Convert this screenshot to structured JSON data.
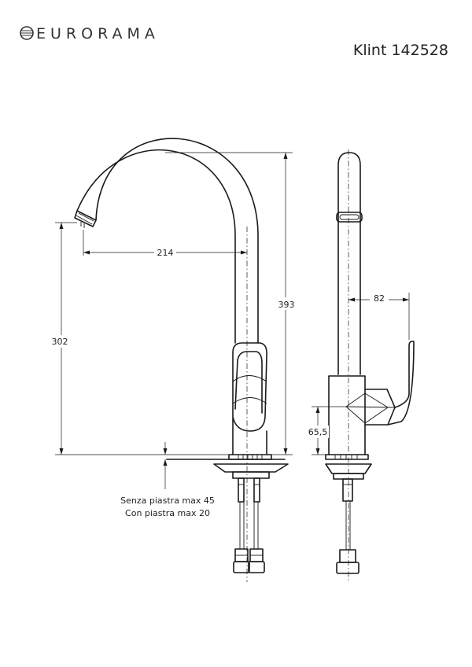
{
  "header": {
    "brand": "EURORAMA",
    "model": "Klint 142528"
  },
  "dimensions": {
    "reach": "214",
    "total_height": "393",
    "spout_height": "302",
    "handle_offset": "82",
    "body_height": "65,5"
  },
  "notes": {
    "line1": "Senza piastra max 45",
    "line2": "Con piastra max 20"
  },
  "colors": {
    "line": "#1a1a1a",
    "background": "#ffffff"
  }
}
